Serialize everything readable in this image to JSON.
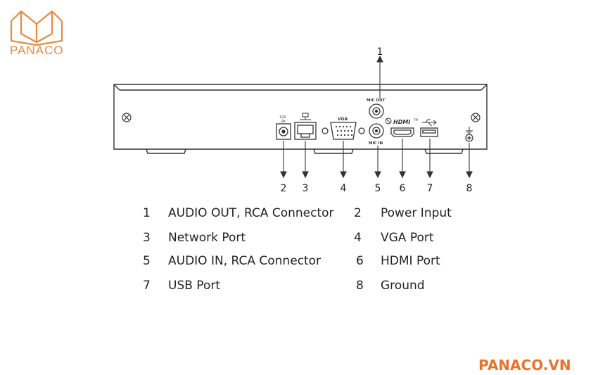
{
  "brand": {
    "logo_text": "PANACO",
    "footer": "PANACO.VN",
    "accent_color": "#e98a3f",
    "footer_color": "#e8732c"
  },
  "device": {
    "port_labels": {
      "mic_out": "MIC OUT",
      "mic_in": "MIC IN",
      "vga": "VGA",
      "hdmi": "HDMI",
      "hdmi_tm": "TM",
      "power": "12V",
      "power_sub": "2A"
    },
    "callouts": [
      "1",
      "2",
      "3",
      "4",
      "5",
      "6",
      "7",
      "8"
    ]
  },
  "legend": [
    {
      "num": "1",
      "text": "AUDIO OUT, RCA Connector"
    },
    {
      "num": "2",
      "text": "Power Input"
    },
    {
      "num": "3",
      "text": "Network Port"
    },
    {
      "num": "4",
      "text": "VGA Port"
    },
    {
      "num": "5",
      "text": "AUDIO IN, RCA Connector"
    },
    {
      "num": "6",
      "text": "HDMI Port"
    },
    {
      "num": "7",
      "text": "USB Port"
    },
    {
      "num": "8",
      "text": "Ground"
    }
  ]
}
